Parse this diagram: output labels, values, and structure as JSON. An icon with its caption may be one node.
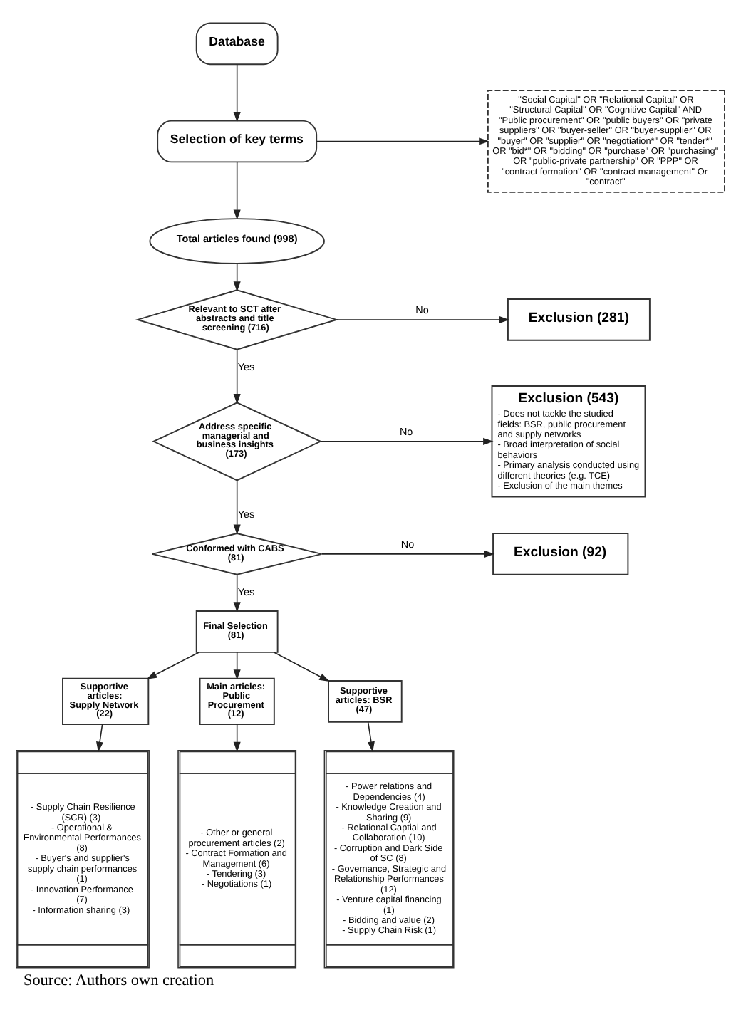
{
  "diagram": {
    "caption": "Source: Authors own creation",
    "nodes": [
      {
        "text": [
          "Database"
        ]
      },
      {
        "text": [
          "Selection of key terms"
        ]
      },
      {
        "text": [
          "\"Social Capital\" OR \"Relational Capital\" OR \"Structural Capital\" OR \"Cognitive Capital\" AND \"Public procurement\" OR \"public buyers\" OR \"private suppliers\" OR \"buyer-seller\" OR \"buyer-supplier\" OR \"buyer\" OR \"supplier\" OR \"negotiation*\" OR \"tender*\" OR \"bid*\" OR \"bidding\" OR \"purchase\" OR \"purchasing\" OR \"public-private partnership\" OR \"PPP\" OR \"contract formation\" OR \"contract management\" Or \"contract\""
        ]
      },
      {
        "text": [
          "Total articles found (998)"
        ]
      },
      {
        "text": [
          "Relevant to SCT after abstracts and title screening (716)"
        ]
      },
      {
        "text": [
          "Exclusion (281)"
        ]
      },
      {
        "text": [
          "Address specific managerial and business insights (173)"
        ]
      },
      {
        "text": [
          "Exclusion (543)",
          "- Does not tackle the studied fields: BSR, public procurement and supply networks",
          "- Broad interpretation of social behaviors",
          "- Primary analysis conducted using different theories (e.g. TCE)",
          "- Exclusion of the main themes"
        ]
      },
      {
        "text": [
          "Conformed with CABS (81)"
        ]
      },
      {
        "text": [
          "Exclusion (92)"
        ]
      },
      {
        "text": [
          "Final Selection (81)"
        ]
      },
      {
        "text": [
          "Supportive articles: Supply Network (22)"
        ]
      },
      {
        "text": [
          "Main articles: Public Procurement (12)"
        ]
      },
      {
        "text": [
          "Supportive articles: BSR (47)"
        ]
      },
      {
        "text": [
          "- Supply Chain Resilience (SCR) (3)",
          "- Operational & Environmental Performances (8)",
          "- Buyer's and supplier's supply chain performances (1)",
          "- Innovation Performance (7)",
          "- Information sharing (3)"
        ]
      },
      {
        "text": [
          "- Other or general procurement articles (2)",
          "- Contract Formation and Management (6)",
          "- Tendering (3)",
          "- Negotiations (1)"
        ]
      },
      {
        "text": [
          "- Power relations and Dependencies (4)",
          "- Knowledge Creation and Sharing (9)",
          "- Relational Captial and Collaboration (10)",
          "- Corruption and Dark Side of SC (8)",
          "- Governance, Strategic and Relationship Performances (12)",
          "- Venture capital financing (1)",
          "- Bidding and value (2)",
          "- Supply Chain Risk (1)"
        ]
      }
    ],
    "edges": [
      {
        "from": 0,
        "to": 1,
        "arrow": "to"
      },
      {
        "from": 1,
        "to": 2,
        "arrow": "to"
      },
      {
        "from": 1,
        "to": 3,
        "arrow": "to"
      },
      {
        "from": 3,
        "to": 4,
        "arrow": "to"
      },
      {
        "from": 4,
        "to": 5,
        "arrow": "to",
        "label": "No"
      },
      {
        "from": 4,
        "to": 6,
        "arrow": "to",
        "label": "Yes"
      },
      {
        "from": 6,
        "to": 7,
        "arrow": "to",
        "label": "No"
      },
      {
        "from": 6,
        "to": 8,
        "arrow": "to",
        "label": "Yes"
      },
      {
        "from": 8,
        "to": 9,
        "arrow": "to",
        "label": "No"
      },
      {
        "from": 8,
        "to": 10,
        "arrow": "to",
        "label": "Yes"
      },
      {
        "from": 10,
        "to": 11,
        "arrow": "to"
      },
      {
        "from": 10,
        "to": 12,
        "arrow": "to"
      },
      {
        "from": 10,
        "to": 13,
        "arrow": "to"
      },
      {
        "from": 11,
        "to": 14,
        "arrow": "to"
      },
      {
        "from": 12,
        "to": 15,
        "arrow": "to"
      },
      {
        "from": 13,
        "to": 16,
        "arrow": "to"
      }
    ]
  }
}
